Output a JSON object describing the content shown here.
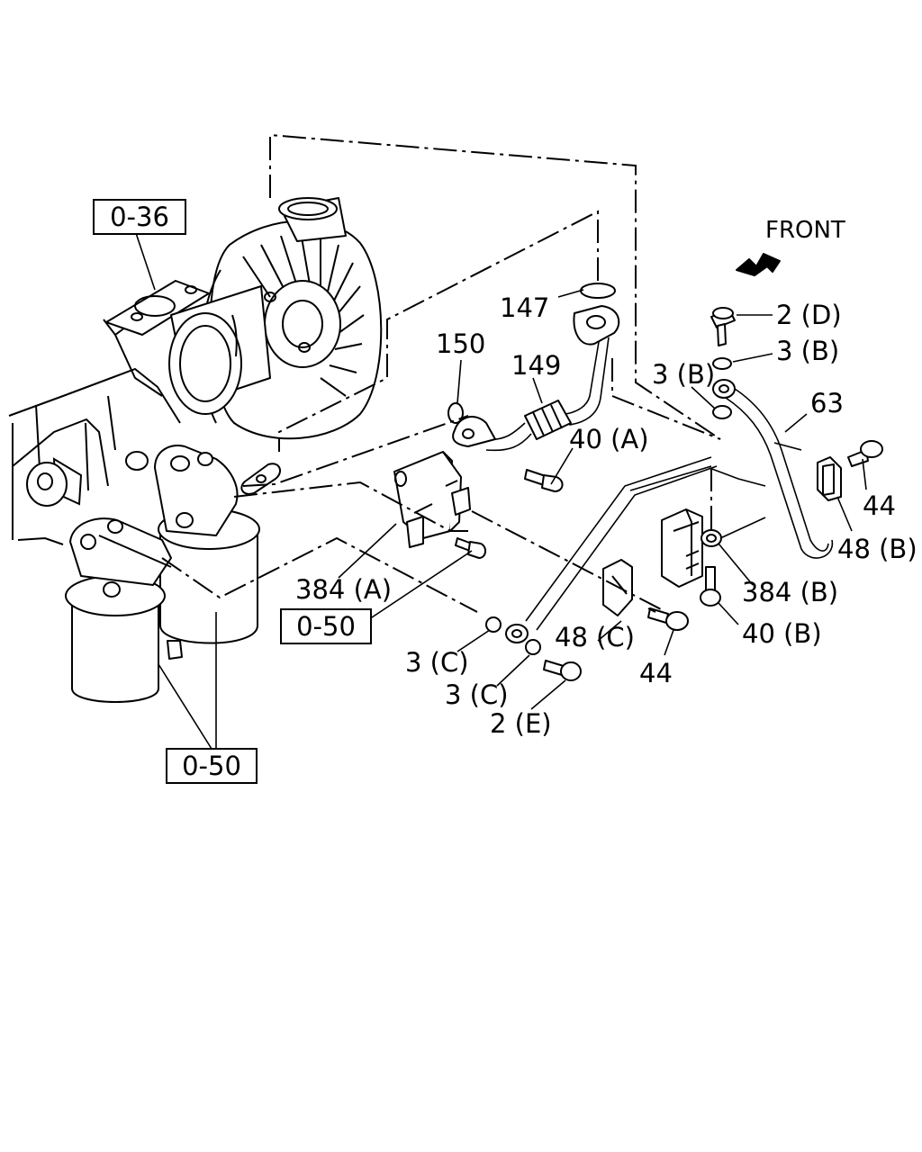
{
  "orientation": {
    "label": "FRONT"
  },
  "references": {
    "ref_036": "0-36",
    "ref_050_mid": "0-50",
    "ref_050_bottom": "0-50"
  },
  "callouts": {
    "c147": "147",
    "c150": "150",
    "c149": "149",
    "c40a": "40 (A)",
    "c2d": "2 (D)",
    "c3b_right": "3 (B)",
    "c3b_left": "3 (B)",
    "c63": "63",
    "c44_right": "44",
    "c48b": "48 (B)",
    "c384a": "384 (A)",
    "c384b": "384 (B)",
    "c40b": "40 (B)",
    "c48c": "48 (C)",
    "c44_mid": "44",
    "c3c_a": "3 (C)",
    "c3c_b": "3 (C)",
    "c2e": "2 (E)"
  }
}
